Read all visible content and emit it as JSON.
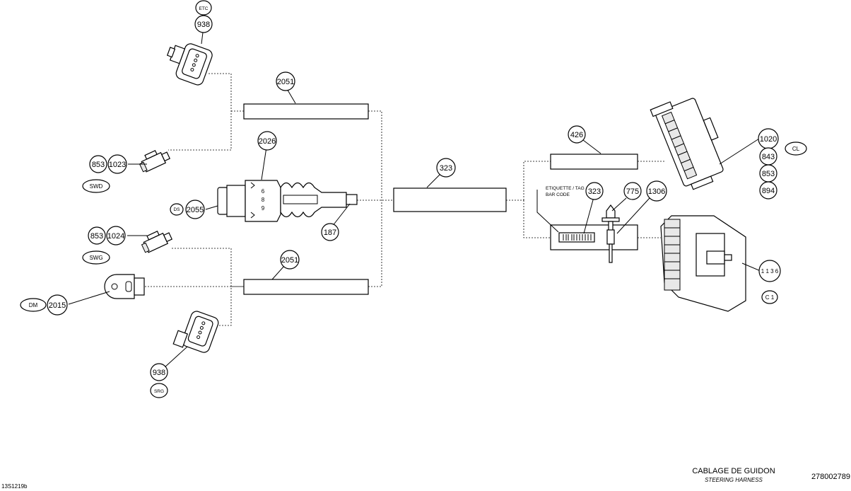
{
  "callouts": {
    "etc_tag": "ETC",
    "etc_conn": "938",
    "top_box": "2051",
    "p853_a": "853",
    "p1023": "1023",
    "swd_tag": "SWD",
    "p2026": "2026",
    "ds_tag": "DS",
    "p2055": "2055",
    "p187": "187",
    "p853_b": "853",
    "p1024": "1024",
    "swg_tag": "SWG",
    "bottom_box": "2051",
    "dm_tag": "DM",
    "p2015": "2015",
    "srg_conn": "938",
    "srg_tag": "SRG",
    "main_box": "323",
    "p426": "426",
    "tag_323": "323",
    "p775": "775",
    "p1306": "1306",
    "p1020": "1020",
    "cl_tag": "CL",
    "p843": "843",
    "p853_c": "853",
    "p894": "894",
    "p1136": "1 1 3 6",
    "c1_tag": "C 1"
  },
  "labels": {
    "etiquette": "ETIQUETTE / TAG",
    "barcode": "BAR CODE",
    "boot_marks": [
      "6",
      "8",
      "9"
    ]
  },
  "footer": {
    "title_fr": "CABLAGE DE GUIDON",
    "title_en": "STEERING HARNESS",
    "part_number": "278002789",
    "drawing_id": "13S1219b"
  }
}
